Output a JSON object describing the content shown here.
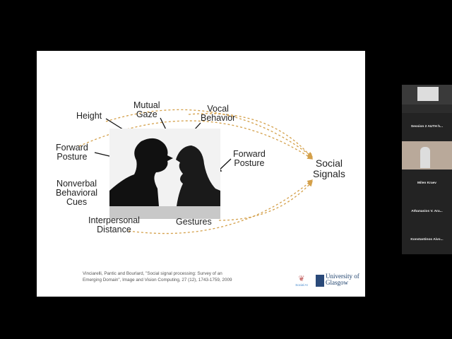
{
  "slide": {
    "labels": {
      "height": "Height",
      "mutual_gaze": "Mutual\nGaze",
      "vocal_behavior": "Vocal\nBehavior",
      "forward_posture_left": "Forward\nPosture",
      "forward_posture_right": "Forward\nPosture",
      "nonverbal": "Nonverbal\nBehavioral\nCues",
      "interpersonal": "Interpersonal\nDistance",
      "gestures": "Gestures",
      "social_signals": "Social\nSignals"
    },
    "citation_line1": "Vinciarelli, Pantic and Bourlard, \"Social signal processing: Survey of an",
    "citation_line2": "Emerging Domain\", Image and Vision Computing, 27 (12), 1743-1759, 2009",
    "logo_socialai": "Social AI",
    "logo_glasgow": "University of Glasgow",
    "arrow_color": "#d4a04a"
  },
  "participants": [
    {
      "name": "Session 2 AUTH h..."
    },
    {
      "name": "Milen Kraev"
    },
    {
      "name": "Athanasios V. Ara..."
    },
    {
      "name": "Konstantinos Aivo..."
    }
  ]
}
